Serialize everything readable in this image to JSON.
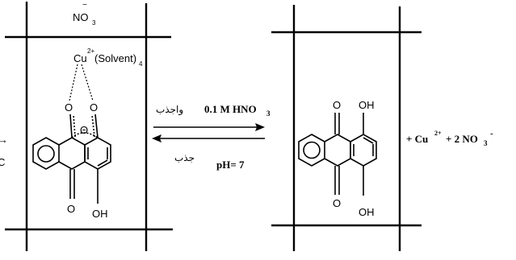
{
  "left_complex": {
    "counter_ion": "NO",
    "counter_ion_sub": "3",
    "counter_ion_charge": "−",
    "metal": "Cu",
    "metal_charge": "2+",
    "ligand": "(Solvent)",
    "ligand_count": "4",
    "charge_symbol": "Θ",
    "atoms": {
      "o_top_left": "O",
      "o_top_right": "O",
      "o_bottom": "O",
      "oh_bottom": "OH"
    }
  },
  "left_edge": {
    "glyph_top": "→",
    "glyph_bottom": "C"
  },
  "arrows": {
    "forward_label_arabic": "واجذب",
    "forward_reagent": "0.1 M HNO",
    "forward_reagent_sub": "3",
    "reverse_label_arabic": "جذب",
    "reverse_condition": "pH= 7"
  },
  "right_compound": {
    "atoms": {
      "o_top": "O",
      "oh_top": "OH",
      "o_bottom": "O",
      "oh_bottom": "OH"
    }
  },
  "products": {
    "plus1": "+ Cu",
    "cu_charge": "2+",
    "plus2": "+ 2 NO",
    "no3_sub": "3",
    "no3_charge": "-"
  }
}
